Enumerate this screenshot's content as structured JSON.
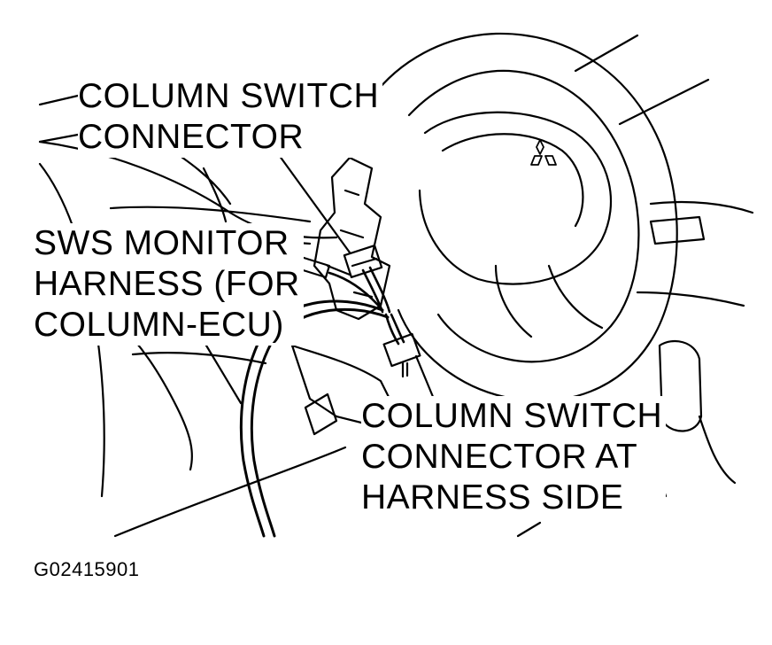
{
  "callouts": {
    "column_switch_connector": {
      "line1": "COLUMN SWITCH",
      "line2": "CONNECTOR"
    },
    "sws_monitor_harness": {
      "line1": "SWS MONITOR",
      "line2": "HARNESS (FOR",
      "line3": "COLUMN-ECU)"
    },
    "harness_side_connector": {
      "line1": "COLUMN SWITCH",
      "line2": "CONNECTOR AT",
      "line3": "HARNESS SIDE"
    }
  },
  "figure_code": "G02415901",
  "colors": {
    "ink": "#000000",
    "paper": "#ffffff"
  }
}
